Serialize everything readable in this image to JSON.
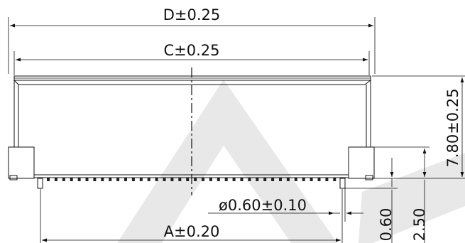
{
  "dimensions": {
    "d_width": "D±0.25",
    "c_width": "C±0.25",
    "a_pitch": "A±0.20",
    "pin_diameter": "ø0.60±0.10",
    "height": "7.80±0.25",
    "post_length": "0.60",
    "offset": "2.50"
  },
  "colors": {
    "line": "#111111",
    "watermark": "#e6e6e6"
  }
}
